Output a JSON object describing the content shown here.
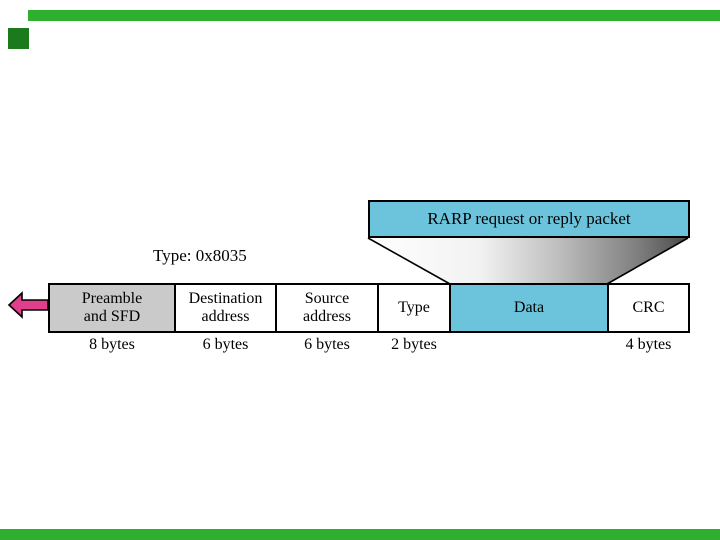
{
  "colors": {
    "green_bar": "#2FAF2F",
    "green_square": "#1B7A1B",
    "cyan": "#6CC4DC",
    "field_gray": "#CACACA",
    "arrow_magenta": "#E03F8C",
    "funnel_dark": "#4A4A4A",
    "border_black": "#000000",
    "background": "#FFFFFF"
  },
  "diagram": {
    "callout_label": "RARP request or reply packet",
    "type_note": "Type: 0x8035",
    "fields": [
      {
        "line1": "Preamble",
        "line2": "and SFD",
        "bytes": "8 bytes"
      },
      {
        "line1": "Destination",
        "line2": "address",
        "bytes": "6 bytes"
      },
      {
        "line1": "Source",
        "line2": "address",
        "bytes": "6 bytes"
      },
      {
        "line1": "Type",
        "line2": "",
        "bytes": "2 bytes"
      },
      {
        "line1": "Data",
        "line2": "",
        "bytes": ""
      },
      {
        "line1": "CRC",
        "line2": "",
        "bytes": "4 bytes"
      }
    ]
  }
}
